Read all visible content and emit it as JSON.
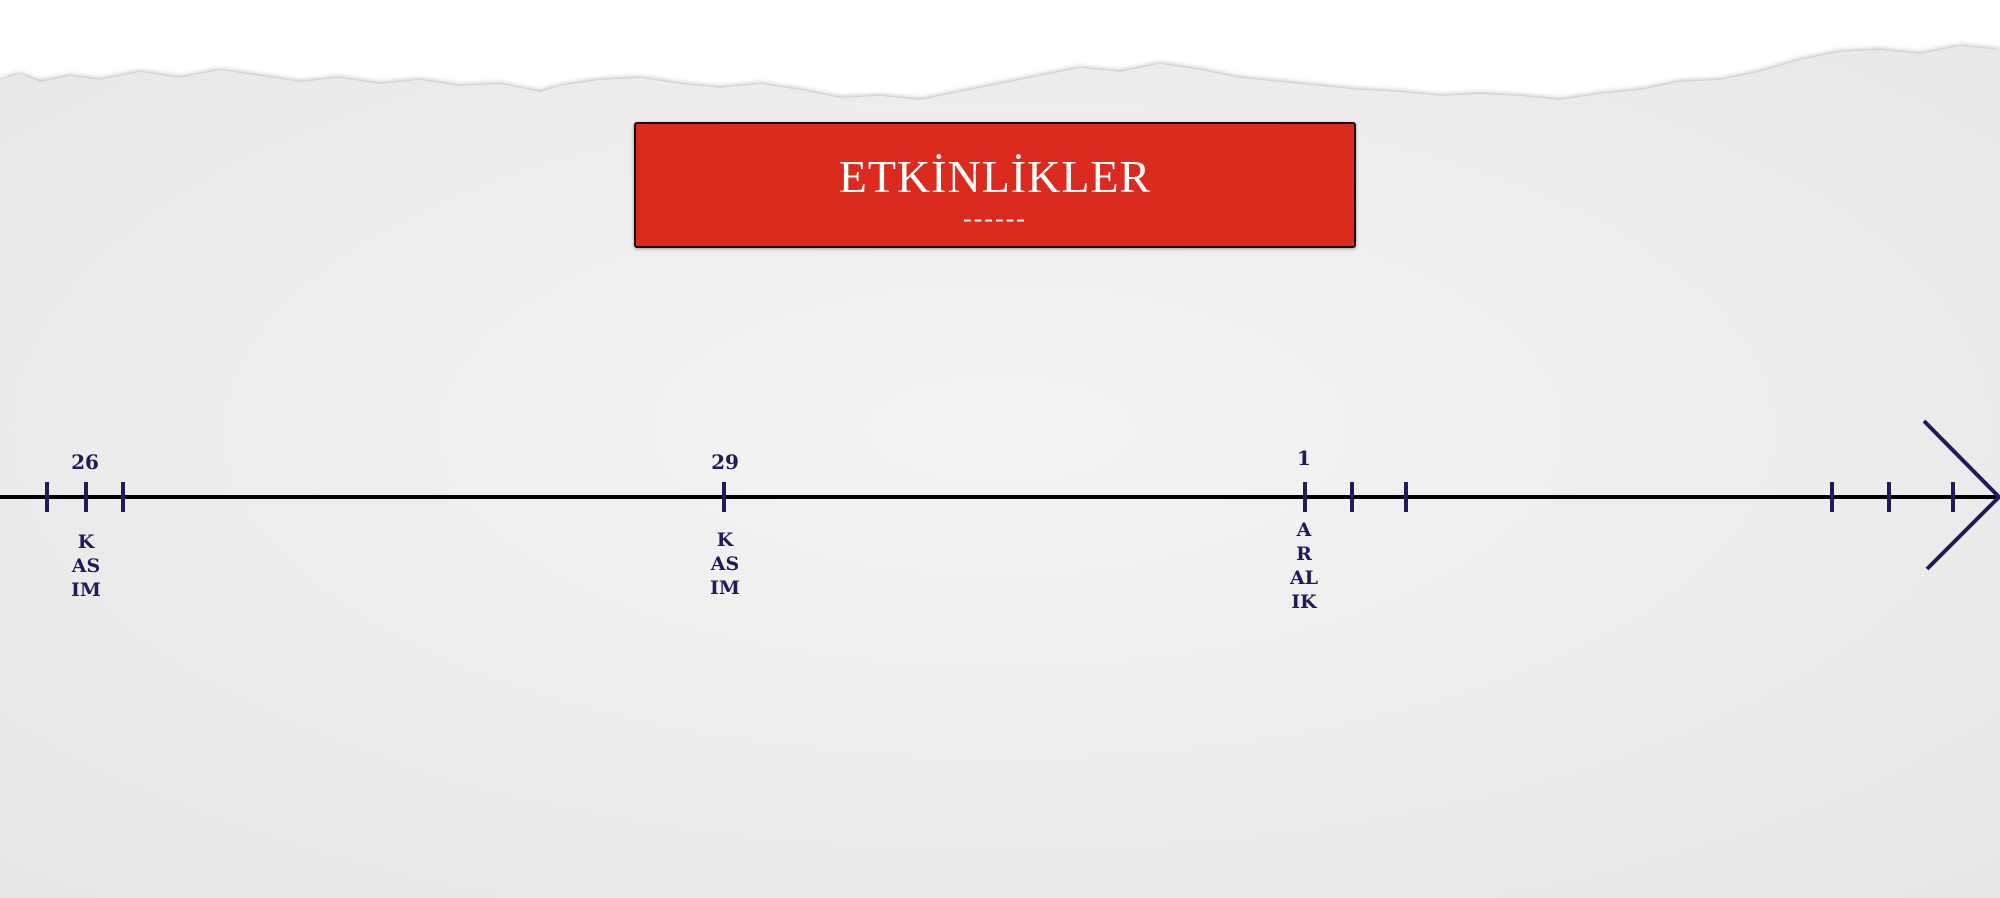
{
  "header": {
    "title": "ETKİNLİKLER",
    "subtitle": "------"
  },
  "timeline": {
    "line_color": "#000000",
    "tick_color": "#24195a",
    "events": [
      {
        "day": "26",
        "month": "KASIM"
      },
      {
        "day": "29",
        "month": "KASIM"
      },
      {
        "day": "1",
        "month": "ARALIK"
      }
    ]
  },
  "colors": {
    "title_background": "#db2b1f",
    "title_text": "#ffffff",
    "timeline_ink": "#24195a"
  }
}
